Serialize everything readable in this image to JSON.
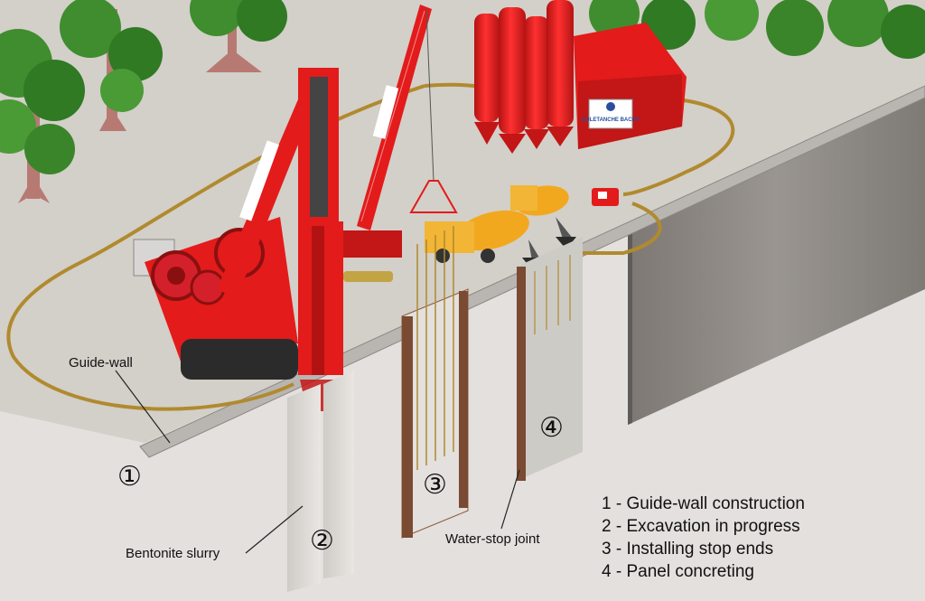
{
  "labels": {
    "guide_wall": "Guide-wall",
    "bentonite": "Bentonite slurry",
    "water_stop": "Water-stop joint"
  },
  "markers": [
    "①",
    "②",
    "③",
    "④"
  ],
  "legend": [
    "1 - Guide-wall construction",
    "2 - Excavation in progress",
    "3 - Installing stop ends",
    "4 - Panel concreting"
  ],
  "brand": "SOLETANCHE BACHY",
  "colors": {
    "ground": "#d3cfc9",
    "soil_section": "#dedbd8",
    "equipment_red": "#e31b1b",
    "mixer_yellow": "#f2a81e",
    "hose": "#b08a2e",
    "concrete_wall": "#8b8783",
    "tree_green": "#3f8d2e"
  }
}
